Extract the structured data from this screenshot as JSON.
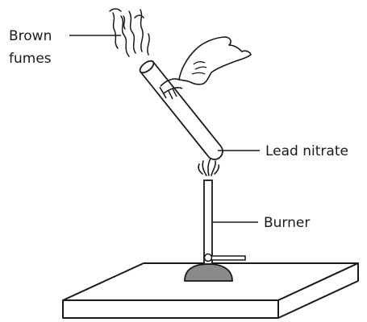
{
  "labels": {
    "brown_fumes_line1": "Brown",
    "brown_fumes_line2": "fumes",
    "lead_nitrate": "Lead nitrate",
    "burner": "Burner"
  },
  "colors": {
    "ink": "#1a1a1a",
    "burner_base": "#8a8a8a",
    "table_top": "#ffffff"
  }
}
